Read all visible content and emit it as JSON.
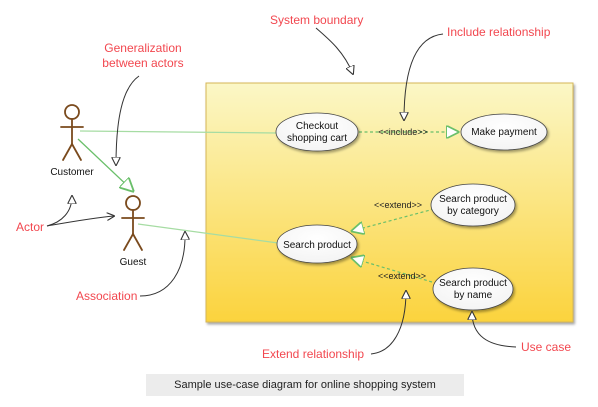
{
  "diagram": {
    "actors": {
      "customer": "Customer",
      "guest": "Guest"
    },
    "use_cases": {
      "checkout": [
        "Checkout",
        "shopping cart"
      ],
      "make_payment": "Make payment",
      "search_product": "Search product",
      "search_by_category": [
        "Search product",
        "by category"
      ],
      "search_by_name": [
        "Search product",
        "by name"
      ]
    },
    "stereotypes": {
      "include": "<<include>>",
      "extend_category": "<<extend>>",
      "extend_name": "<<extend>>"
    },
    "annotations": {
      "system_boundary": "System boundary",
      "include_relationship": "Include relationship",
      "generalization": [
        "Generalization",
        "between actors"
      ],
      "actor": "Actor",
      "association": "Association",
      "extend_relationship": "Extend relationship",
      "use_case": "Use case"
    },
    "caption": "Sample use-case diagram for online shopping system",
    "colors": {
      "boundary_top": "#fbf7c6",
      "boundary_bottom": "#fbd33d",
      "boundary_stroke": "#d6b656",
      "association_line": "#a6dca3",
      "include_extend_line": "#6abf6a",
      "annotation": "#f2474f",
      "actor": "#7a4a1d"
    }
  }
}
